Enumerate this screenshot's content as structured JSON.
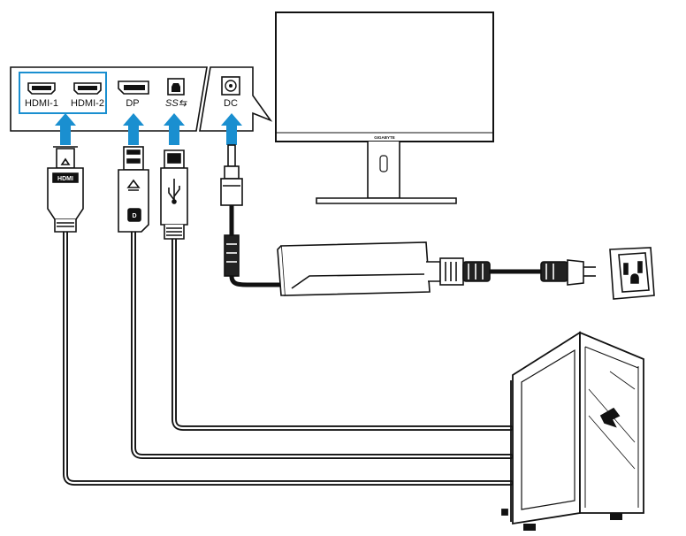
{
  "ports": {
    "hdmi1": "HDMI-1",
    "hdmi2": "HDMI-2",
    "dp": "DP",
    "usb": "SS⇆",
    "dc": "DC"
  },
  "monitor": {
    "brand": "GIGABYTE"
  },
  "connectors": {
    "hdmi_logo": "HDMI"
  },
  "colors": {
    "arrow": "#1a8fd0",
    "hdmi_group_box": "#1a8fd0",
    "outline": "#111111",
    "cable": "#111111"
  },
  "icons": [
    "hdmi-port-icon",
    "displayport-icon",
    "usb-b-port-icon",
    "dc-jack-icon",
    "upload-arrow-icon",
    "usb-trident-icon",
    "displayport-logo-icon",
    "power-outlet-icon",
    "aorus-logo-icon"
  ]
}
